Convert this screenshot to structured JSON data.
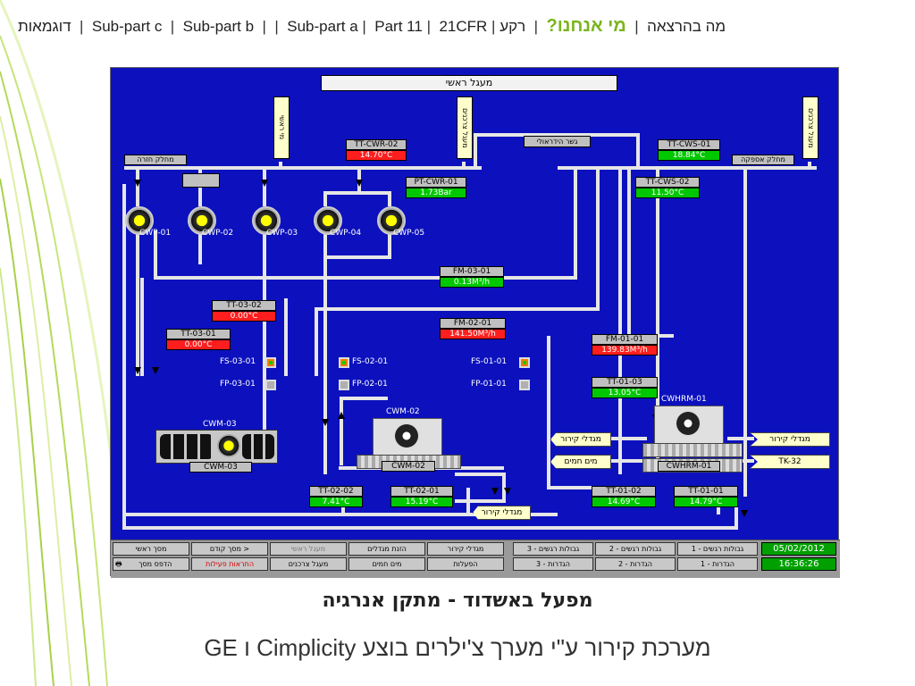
{
  "nav": {
    "items": [
      "מה בהרצאה",
      "מי אנחנו?",
      "רקע",
      "21CFR",
      "Part 11",
      "Sub-part a",
      "",
      "Sub-part b",
      "Sub-part c",
      "דוגמאות"
    ]
  },
  "scada": {
    "title": "מעגל ראשי",
    "left_header": "מחלק חזרה",
    "right_header": "מחלק אספקה",
    "tank_left": "מי ראשי",
    "tank_mid": "מעגל צרכנים",
    "tank_right": "מעגל צרכנים",
    "bridge": "גשר הידראולי",
    "tags": {
      "tt_cwr_02": {
        "name": "TT-CWR-02",
        "value": "14.70°C"
      },
      "pt_cwr_01": {
        "name": "PT-CWR-01",
        "value": "1.73Bar"
      },
      "tt_cws_01": {
        "name": "TT-CWS-01",
        "value": "18.84°C"
      },
      "tt_cws_02": {
        "name": "TT-CWS-02",
        "value": "11.50°C"
      },
      "fm_03_01": {
        "name": "FM-03-01",
        "value": "0.13M³/h"
      },
      "tt_03_02": {
        "name": "TT-03-02",
        "value": "0.00°C"
      },
      "tt_03_01": {
        "name": "TT-03-01",
        "value": "0.00°C"
      },
      "fm_02_01": {
        "name": "FM-02-01",
        "value": "141.50M³/h"
      },
      "fm_01_01": {
        "name": "FM-01-01",
        "value": "139.83M³/h"
      },
      "tt_01_03": {
        "name": "TT-01-03",
        "value": "13.05°C"
      },
      "tt_02_02": {
        "name": "TT-02-02",
        "value": "7.41°C"
      },
      "tt_02_01": {
        "name": "TT-02-01",
        "value": "15.19°C"
      },
      "tt_01_02": {
        "name": "TT-01-02",
        "value": "14.69°C"
      },
      "tt_01_01": {
        "name": "TT-01-01",
        "value": "14.79°C"
      }
    },
    "pumps": [
      "CWP-01",
      "CWP-02",
      "CWP-03",
      "CWP-04",
      "CWP-05"
    ],
    "switches": {
      "fs_03_01": "FS-03-01",
      "fp_03_01": "FP-03-01",
      "fs_02_01": "FS-02-01",
      "fp_02_01": "FP-02-01",
      "fs_01_01": "FS-01-01",
      "fp_01_01": "FP-01-01"
    },
    "chillers": {
      "cwm_03_top": "CWM-03",
      "cwm_03": "CWM-03",
      "cwm_02_top": "CWM-02",
      "cwm_02": "CWM-02",
      "cwhrm_01_top": "CWHRM-01",
      "cwhrm_01": "CWHRM-01"
    },
    "arrows": {
      "cooling_towers_a": "מגדלי קירור",
      "hot_water": "מים חמים",
      "cooling_towers_b": "מגדלי קירור",
      "tk32": "TK-32",
      "cooling_towers_c": "מגדלי קירור"
    },
    "buttons": {
      "main_screen": "מסך ראשי",
      "prev_screen": "מסך קודם >",
      "main_circuit": "מעגל ראשי",
      "tower_feed": "הזנת מגדלים",
      "cooling_towers": "מגדלי קירור",
      "block_3": "גבולות רגשים - 3",
      "block_2": "גבולות רגשים - 2",
      "block_1": "גבולות רגשים - 1",
      "print_screen": "הדפס מסך",
      "active_alarms": "התראות פעילות",
      "consumers": "מעגל צרכנים",
      "hot_water": "מים חמים",
      "operations": "הפעלות",
      "settings_3": "הגדרות - 3",
      "settings_2": "הגדרות - 2",
      "settings_1": "הגדרות - 1"
    },
    "date": "05/02/2012",
    "time": "16:36:26"
  },
  "caption": {
    "title": "מפעל באשדוד - מתקן אנרגיה",
    "subtitle": "מערכת קירור ע\"י מערך צ'ילרים בוצע Cimplicity ו GE"
  },
  "colors": {
    "panel": "#0c11bd",
    "accent": "#7ab51d",
    "alarm": "#ff1e1e",
    "ok": "#00c800"
  }
}
